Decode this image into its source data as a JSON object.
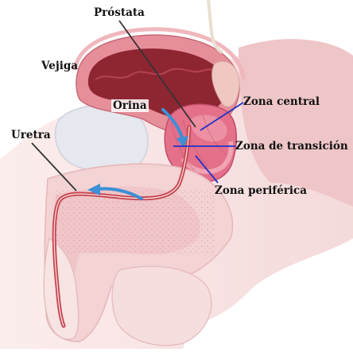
{
  "labels": {
    "prostata": "Próstata",
    "vejiga": "Vejiga",
    "orina": "Orina",
    "uretra": "Uretra",
    "zona_central": "Zona central",
    "zona_transicion": "Zona de transición",
    "zona_periferica": "Zona periférica"
  },
  "colors": {
    "tissue": "#f5dcdc",
    "tissue_dark": "#e9b6b8",
    "bladder_wall": "#e58c98",
    "bladder_inner": "#8a2430",
    "prostate": "#e4708a",
    "urethra": "#c4444e",
    "bone": "#e8eaf0",
    "pointer_dark": "#333333",
    "pointer_blue": "#2230c8",
    "flow_arrow": "#3d8fd6"
  }
}
